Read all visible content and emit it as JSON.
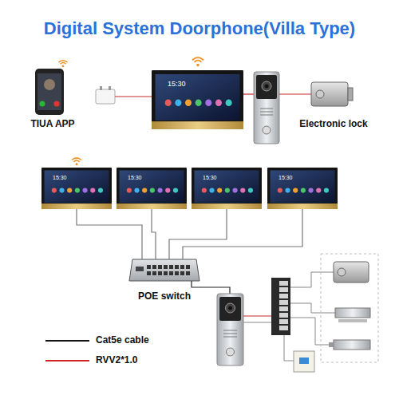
{
  "diagram": {
    "title": "Digital System Doorphone(Villa Type)",
    "nodes": [
      {
        "text": [
          "TIUA APP"
        ]
      },
      {
        "text": [
          "15:30"
        ]
      },
      {
        "text": [
          "Electronic lock"
        ]
      },
      {
        "text": [
          "15:30"
        ]
      },
      {
        "text": [
          "15:30"
        ]
      },
      {
        "text": [
          "15:30"
        ]
      },
      {
        "text": [
          "15:30"
        ]
      },
      {
        "text": [
          "POE switch"
        ]
      }
    ],
    "edges": [
      {
        "from": 3,
        "to": 7,
        "arrow": "none"
      },
      {
        "from": 4,
        "to": 7,
        "arrow": "none"
      },
      {
        "from": 5,
        "to": 7,
        "arrow": "none"
      },
      {
        "from": 6,
        "to": 7,
        "arrow": "none"
      }
    ],
    "legend": [
      {
        "text": "Cat5e cable"
      },
      {
        "text": "RVV2*1.0"
      }
    ]
  }
}
